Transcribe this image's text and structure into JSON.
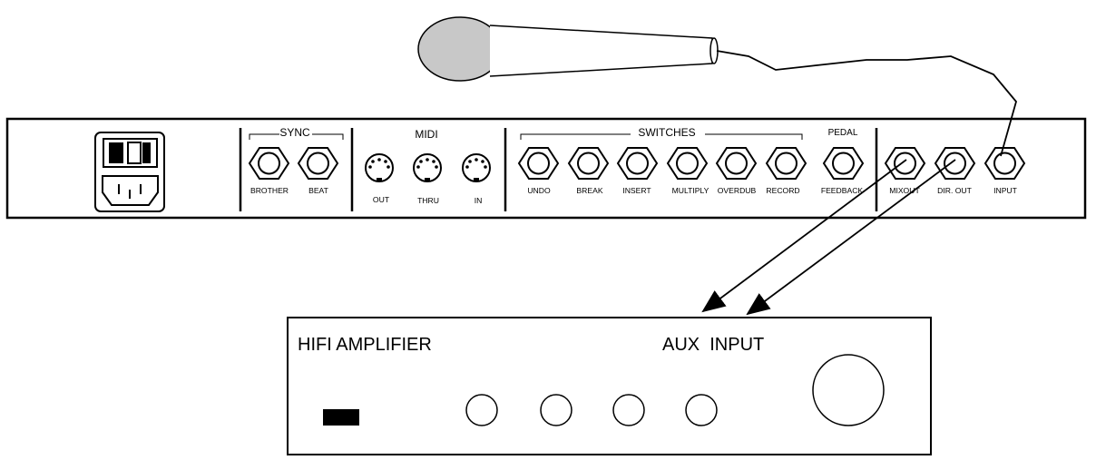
{
  "rear_panel": {
    "sections": {
      "sync": "SYNC",
      "midi": "MIDI",
      "switches": "SWITCHES",
      "pedal": "PEDAL"
    },
    "jacks": {
      "brother": "BROTHER",
      "beat": "BEAT",
      "out": "OUT",
      "thru": "THRU",
      "in": "IN",
      "undo": "UNDO",
      "break": "BREAK",
      "insert": "INSERT",
      "multiply": "MULTIPLY",
      "overdub": "OVERDUB",
      "record": "RECORD",
      "feedback": "FEEDBACK",
      "mixout": "MIXOUT",
      "dir_out": "DIR. OUT",
      "input": "INPUT"
    }
  },
  "amplifier": {
    "title": "HIFI AMPLIFIER",
    "aux_label": "AUX  INPUT"
  },
  "colors": {
    "line": "#000000",
    "microphone_head": "#c8c8c8",
    "background": "#ffffff"
  }
}
